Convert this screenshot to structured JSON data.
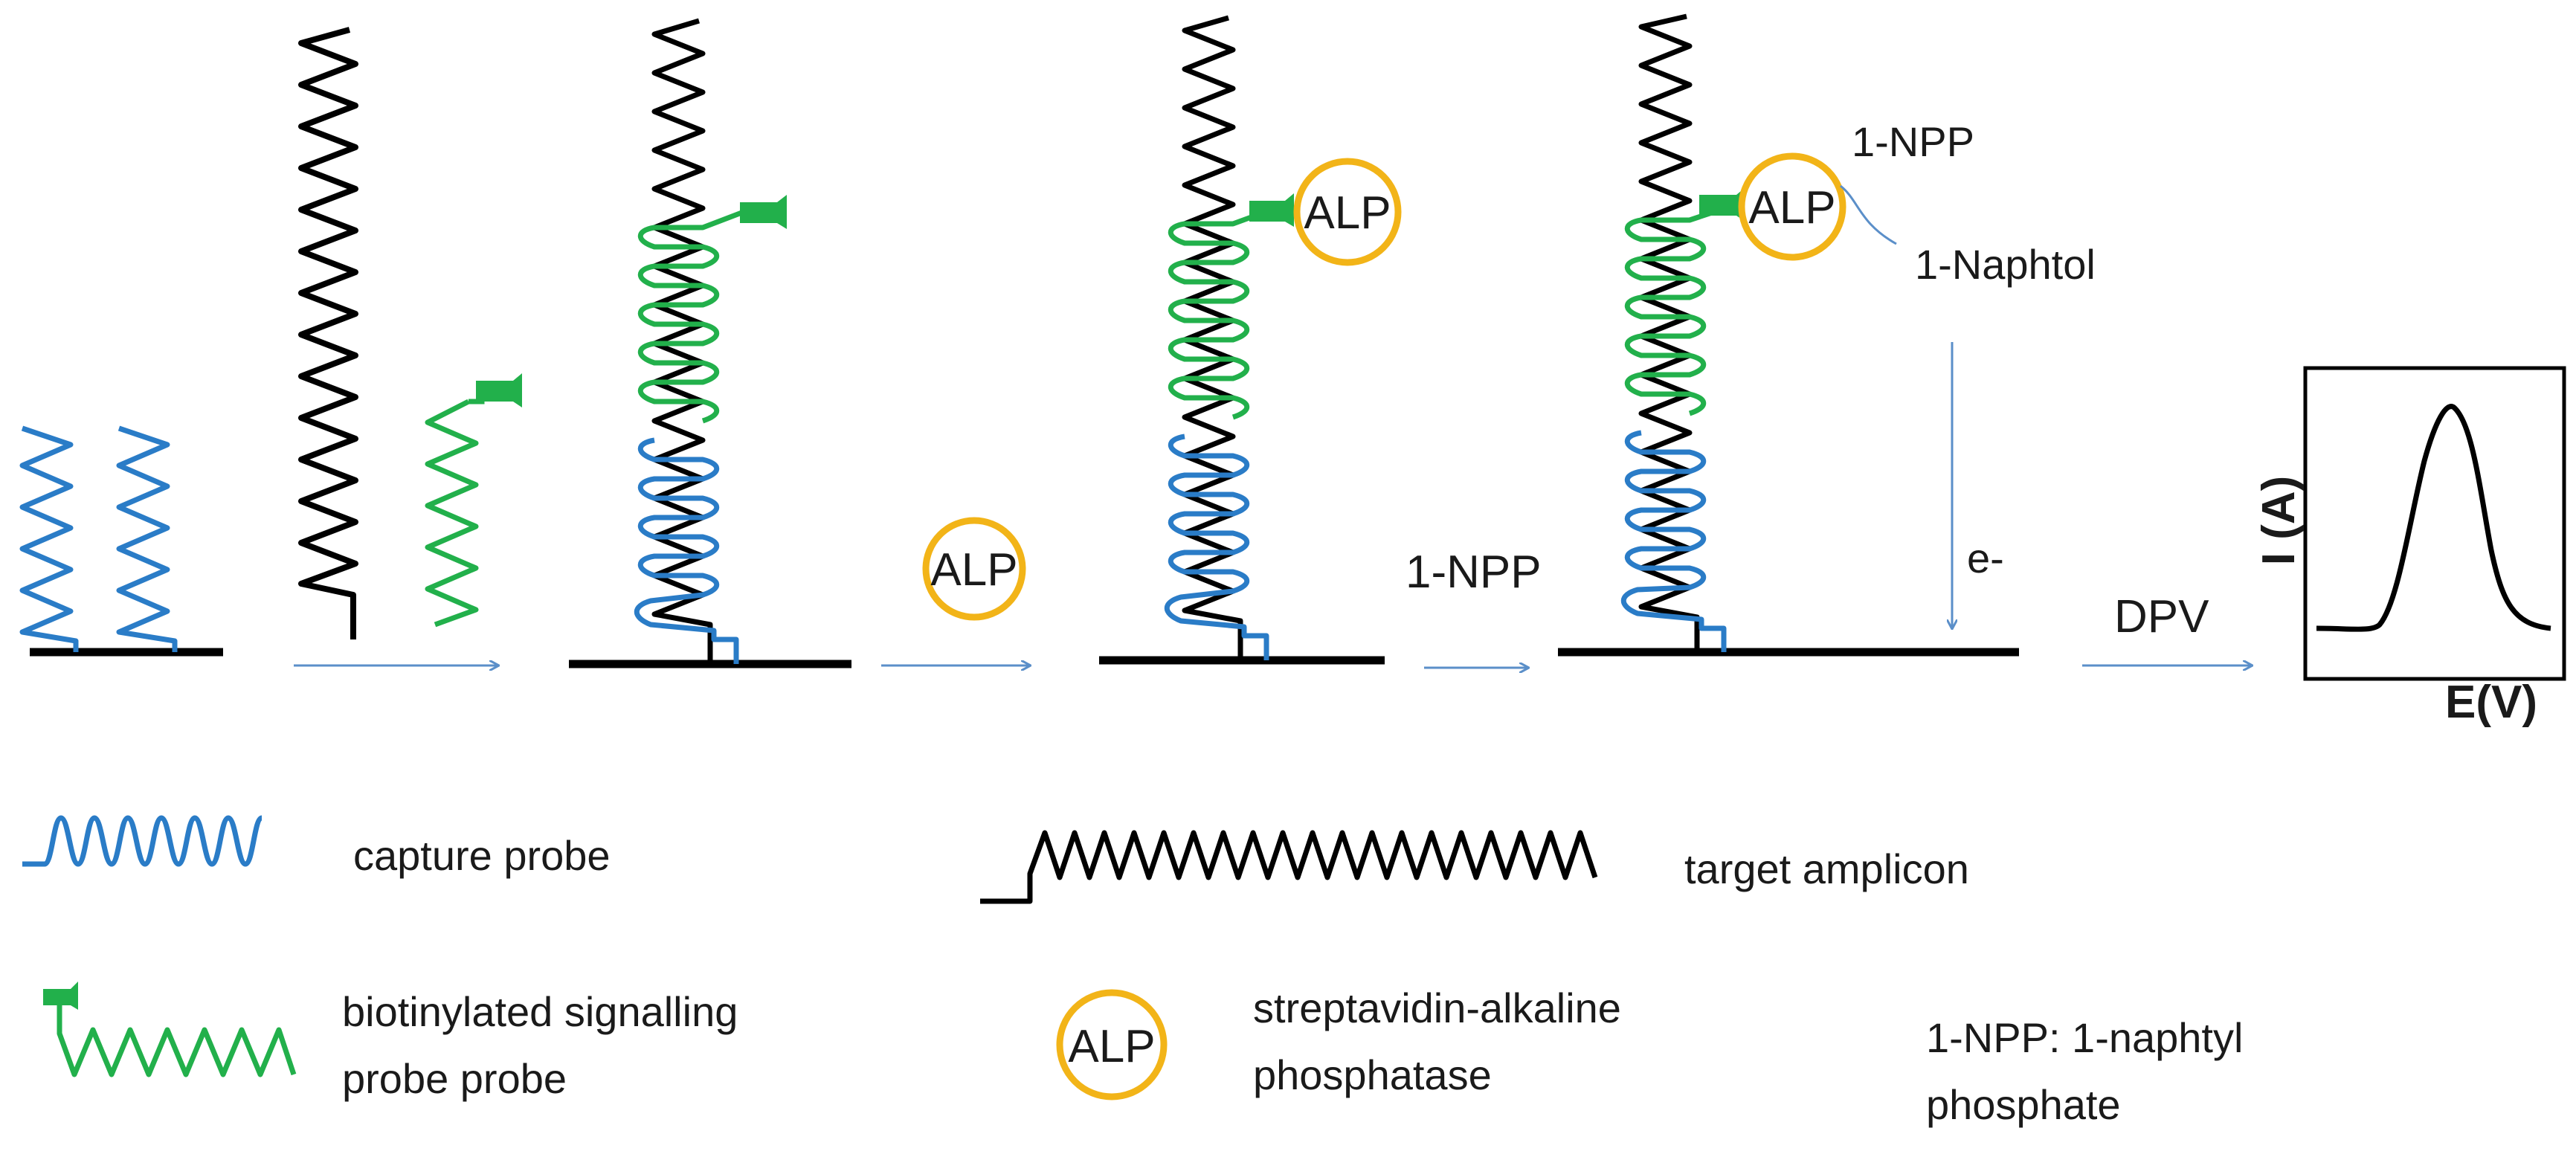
{
  "labels": {
    "alp_free": "ALP",
    "alp_step4": "ALP",
    "alp_step5": "ALP",
    "npp_step5": "1-NPP",
    "naphtol": "1-Naphtol",
    "npp_arrow": "1-NPP",
    "electron": "e-",
    "dpv": "DPV",
    "y_axis": "I (A)",
    "x_axis": "E(V)"
  },
  "legend": {
    "capture_probe": "capture probe",
    "target_amplicon": "target amplicon",
    "signalling_line1": "biotinylated signalling",
    "signalling_line2": "probe probe",
    "alp_symbol": "ALP",
    "streptavidin_line1": "streptavidin-alkaline",
    "streptavidin_line2": "phosphatase",
    "npp_line1": "1-NPP:  1-naphtyl",
    "npp_line2": "phosphate"
  },
  "colors": {
    "capture_probe": "#2a7cc7",
    "target_amplicon": "#000000",
    "signalling_probe": "#22b04b",
    "alp_ring": "#f2b418",
    "arrow": "#5b8fc9"
  }
}
